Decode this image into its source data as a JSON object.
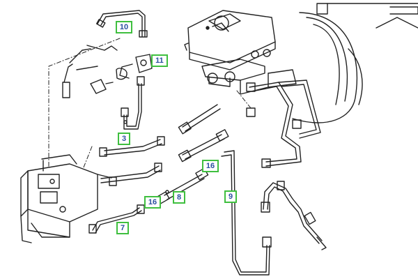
{
  "diagram": {
    "colors": {
      "line": "#222222",
      "callout_border": "#3fbf3f",
      "callout_text": "#2a4fa0",
      "background": "#ffffff"
    },
    "callouts": [
      "10",
      "11",
      "3",
      "16",
      "9",
      "8",
      "16",
      "7"
    ]
  }
}
